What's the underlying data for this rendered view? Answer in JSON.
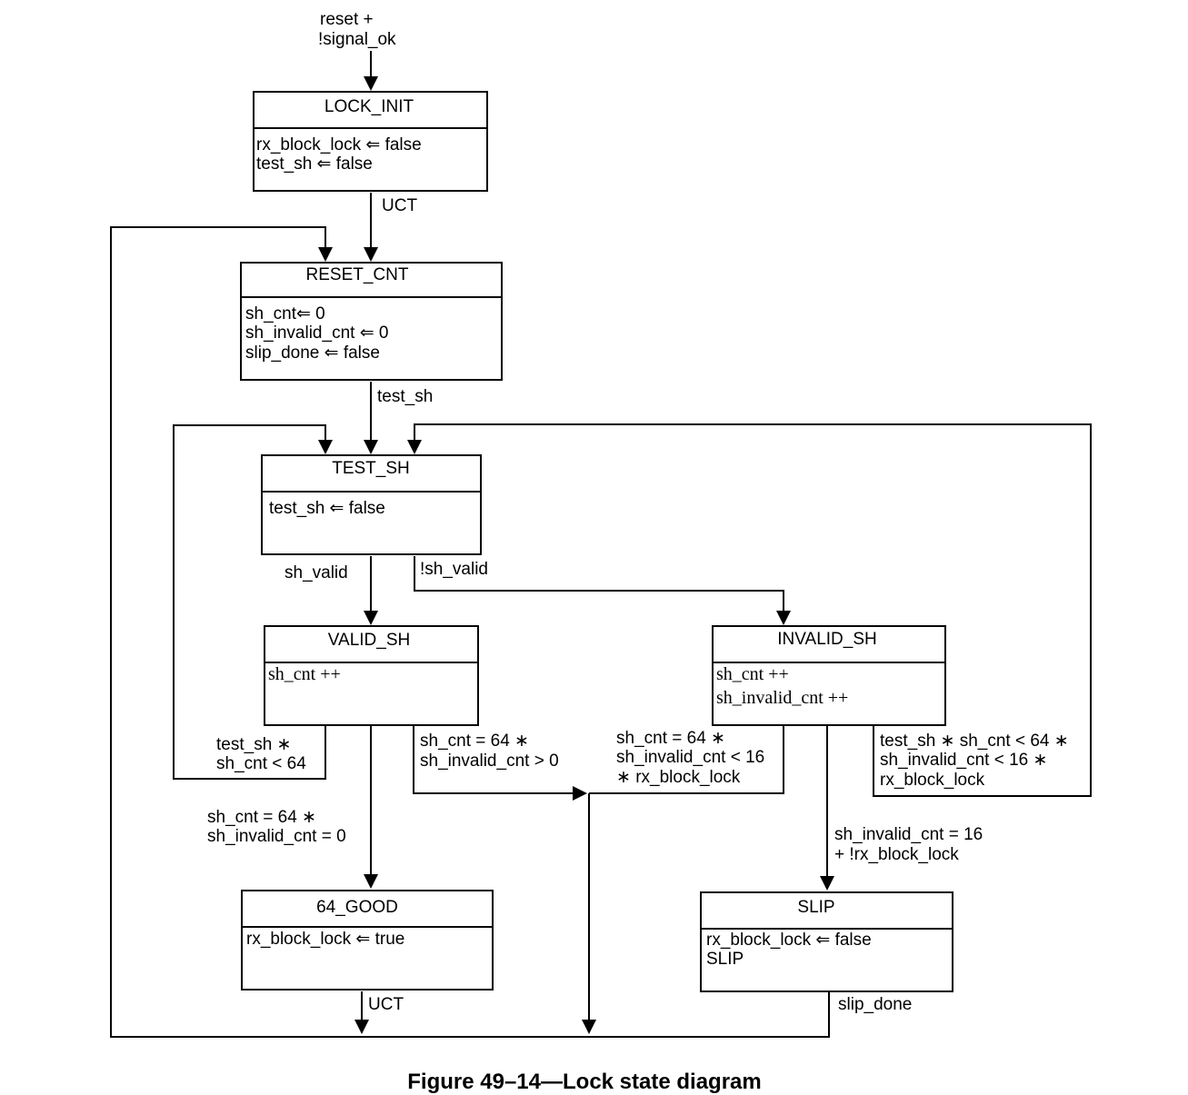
{
  "diagram": {
    "caption": "Figure 49–14—Lock state diagram",
    "entry_condition": [
      "reset +",
      "!signal_ok"
    ],
    "states": {
      "lock_init": {
        "name": "LOCK_INIT",
        "actions": [
          "rx_block_lock ⇐ false",
          "test_sh ⇐ false"
        ]
      },
      "reset_cnt": {
        "name": "RESET_CNT",
        "actions": [
          "sh_cnt⇐ 0",
          "sh_invalid_cnt ⇐ 0",
          "slip_done ⇐ false"
        ]
      },
      "test_sh": {
        "name": "TEST_SH",
        "actions": [
          "test_sh ⇐ false"
        ]
      },
      "valid_sh": {
        "name": "VALID_SH",
        "actions": [
          "sh_cnt ++"
        ]
      },
      "invalid_sh": {
        "name": "INVALID_SH",
        "actions": [
          "sh_cnt ++",
          "sh_invalid_cnt ++"
        ]
      },
      "good_64": {
        "name": "64_GOOD",
        "actions": [
          "rx_block_lock ⇐ true"
        ]
      },
      "slip": {
        "name": "SLIP",
        "actions": [
          "rx_block_lock ⇐ false",
          "SLIP"
        ]
      }
    },
    "transitions": {
      "lock_init_to_reset_cnt": [
        "UCT"
      ],
      "reset_cnt_to_test_sh": [
        "test_sh"
      ],
      "test_sh_to_valid_sh": [
        "sh_valid"
      ],
      "test_sh_to_invalid_sh": [
        "!sh_valid"
      ],
      "valid_sh_to_test_sh": [
        "test_sh ∗",
        "sh_cnt < 64"
      ],
      "valid_sh_to_reset_cnt": [
        "sh_cnt = 64 ∗",
        "sh_invalid_cnt > 0"
      ],
      "valid_sh_to_64_good": [
        "sh_cnt = 64 ∗",
        "sh_invalid_cnt = 0"
      ],
      "invalid_sh_to_reset_cnt": [
        "sh_cnt = 64 ∗",
        "sh_invalid_cnt < 16",
        "∗ rx_block_lock"
      ],
      "invalid_sh_to_test_sh": [
        "test_sh ∗ sh_cnt < 64 ∗",
        "sh_invalid_cnt < 16 ∗",
        "rx_block_lock"
      ],
      "invalid_sh_to_slip": [
        "sh_invalid_cnt = 16",
        "+ !rx_block_lock"
      ],
      "good_64_to_reset_cnt": [
        "UCT"
      ],
      "slip_to_reset_cnt": [
        "slip_done"
      ]
    }
  }
}
